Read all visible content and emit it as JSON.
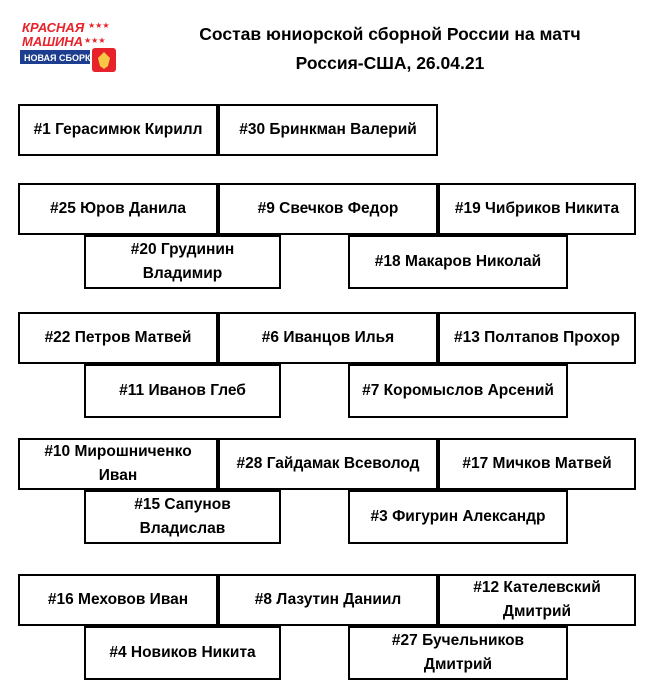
{
  "logo": {
    "line1": "КРАСНАЯ",
    "line2": "МАШИНА",
    "line3": "НОВАЯ СБОРКА",
    "red": "#e8222b",
    "blue": "#1d3d8f"
  },
  "title": {
    "line1": "Состав юниорской сборной России на матч",
    "line2": "Россия-США, 26.04.21"
  },
  "goalies": [
    {
      "label": "#1 Герасимюк Кирилл"
    },
    {
      "label": "#30 Бринкман Валерий"
    }
  ],
  "lines": [
    {
      "forwards": [
        "#25 Юров Данила",
        "#9 Свечков Федор",
        "#19 Чибриков Никита"
      ],
      "defense": [
        [
          "#20 Грудинин",
          "Владимир"
        ],
        [
          "#18 Макаров Николай"
        ]
      ]
    },
    {
      "forwards": [
        "#22 Петров Матвей",
        "#6 Иванцов Илья",
        "#13 Полтапов Прохор"
      ],
      "defense": [
        [
          "#11 Иванов Глеб"
        ],
        [
          "#7 Коромыслов Арсений"
        ]
      ]
    },
    {
      "forwards": [
        [
          "#10 Мирошниченко",
          "Иван"
        ],
        "#28 Гайдамак Всеволод",
        "#17 Мичков Матвей"
      ],
      "defense": [
        [
          "#15 Сапунов",
          "Владислав"
        ],
        [
          "#3 Фигурин Александр"
        ]
      ]
    },
    {
      "forwards": [
        "#16 Меховов Иван",
        "#8 Лазутин Даниил",
        [
          "#12 Кателевский",
          "Дмитрий"
        ]
      ],
      "defense": [
        [
          "#4 Новиков Никита"
        ],
        [
          "#27 Бучельников",
          "Дмитрий"
        ]
      ]
    }
  ]
}
